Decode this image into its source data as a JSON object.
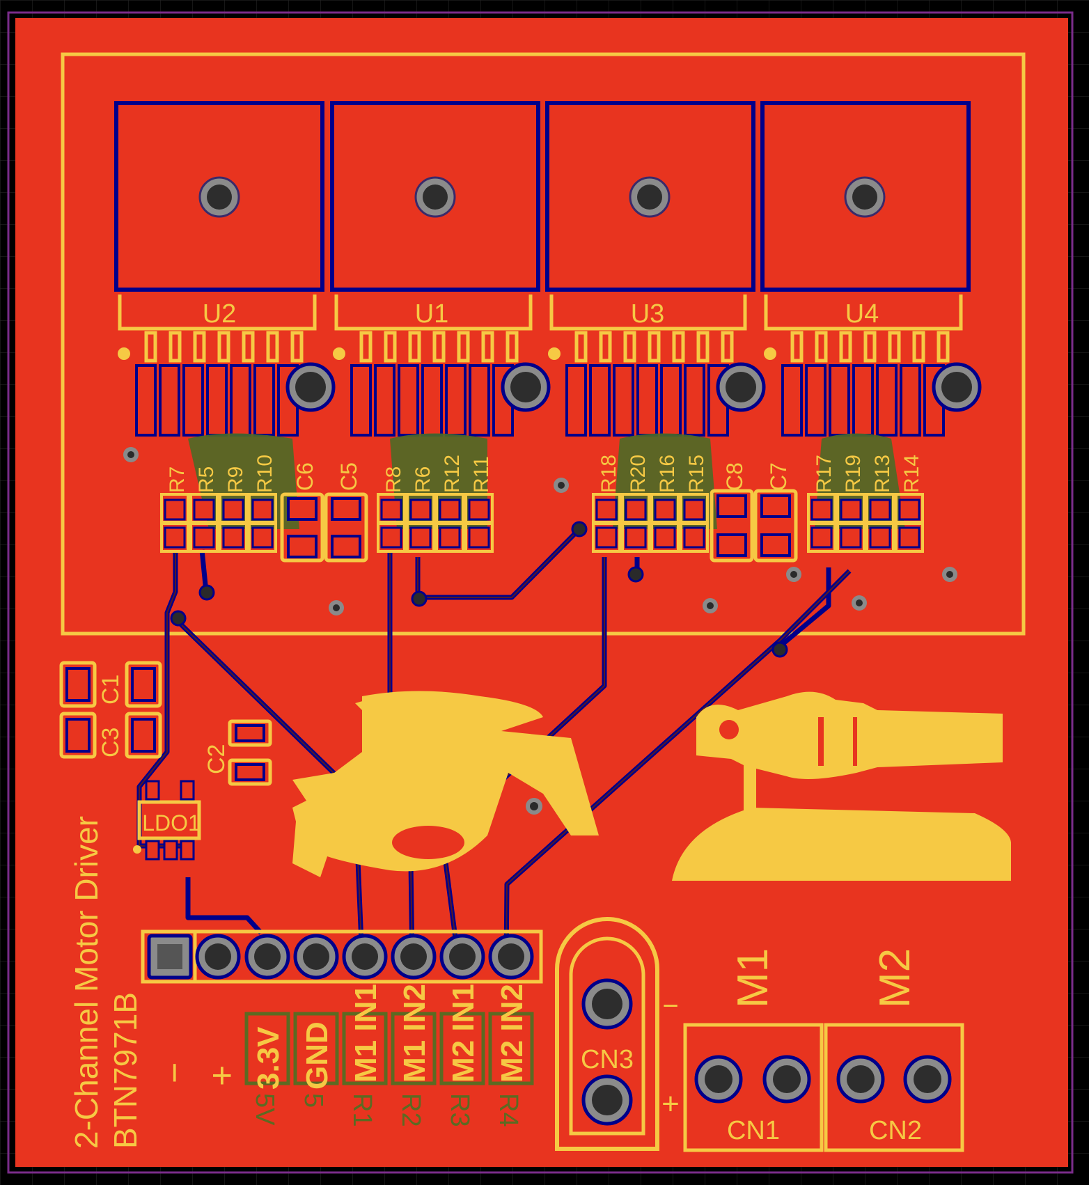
{
  "board": {
    "title": "2-Channel Motor Driver",
    "chip": "BTN7971B",
    "colors": {
      "background": "#000000",
      "copper": "#e8341f",
      "silk": "#f6c944",
      "trace": "#00008a",
      "grid": "#2a2a2a"
    }
  },
  "ics": [
    {
      "ref": "U2"
    },
    {
      "ref": "U1"
    },
    {
      "ref": "U3"
    },
    {
      "ref": "U4"
    }
  ],
  "resistor_groups": [
    [
      "R7",
      "R5",
      "R9",
      "R10"
    ],
    [
      "R8",
      "R6",
      "R12",
      "R11"
    ],
    [
      "R18",
      "R20",
      "R16",
      "R15"
    ],
    [
      "R17",
      "R19",
      "R13",
      "R14"
    ]
  ],
  "capacitors": {
    "c6": "C6",
    "c5": "C5",
    "c8": "C8",
    "c7": "C7",
    "c1": "C1",
    "c3": "C3",
    "c2": "C2"
  },
  "regulator": "LDO1",
  "power": {
    "minus": "−",
    "plus": "+"
  },
  "header_pins": [
    "3.3V",
    "GND",
    "M1 IN1",
    "M1 IN2",
    "M2 IN1",
    "M2 IN2"
  ],
  "header_pins_mirrored": [
    "5V",
    "5",
    "R1",
    "R2",
    "R3",
    "R4"
  ],
  "connectors": {
    "cn3": {
      "label": "CN3",
      "minus": "−",
      "plus": "+"
    },
    "cn1": {
      "label": "CN1",
      "motor": "M1"
    },
    "cn2": {
      "label": "CN2",
      "motor": "M2"
    }
  }
}
